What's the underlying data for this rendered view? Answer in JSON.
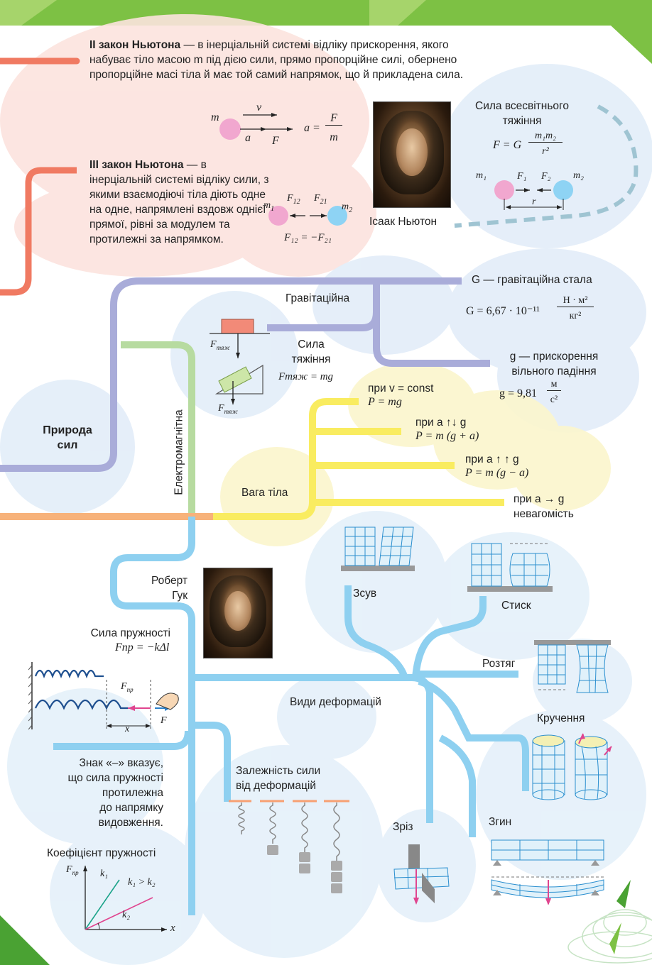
{
  "newton2": {
    "title": "II закон Ньютона",
    "text": " — в інерціальній системі відліку прискорення, якого набуває тіло масою m під дією сили, прямо пропорційне силі, обернено пропорційне масі тіла й має той самий напрямок, що й прикладена сила.",
    "m": "m",
    "v": "v",
    "a": "a",
    "F": "F",
    "formula_left": "a =",
    "formula_num": "F",
    "formula_den": "m"
  },
  "newton3": {
    "title": "III закон Ньютона",
    "text": " — в інерціальній системі відліку сили, з якими взаємодіючі тіла діють одне на одне, напрямлені вздовж однієї прямої, рівні за модулем та протилежні за напрямком.",
    "m1": "m",
    "m1_sub": "1",
    "m2": "m",
    "m2_sub": "2",
    "f12": "F",
    "f12_sub": "12",
    "f21": "F",
    "f21_sub": "21",
    "formula": "F₁₂ = −F₂₁"
  },
  "newton_portrait": {
    "caption": "Ісаак Ньютон"
  },
  "gravitation": {
    "title_line1": "Сила всесвітнього",
    "title_line2": "тяжіння",
    "formula_left": "F = G",
    "formula_num": "m₁m₂",
    "formula_den": "r²",
    "m1": "m₁",
    "m2": "m₂",
    "f1": "F₁",
    "f2": "F₂",
    "r": "r"
  },
  "gconst": {
    "label": "G — гравітаційна стала",
    "formula_left": "G = 6,67 · 10⁻¹¹",
    "formula_num": "Н · м²",
    "formula_den": "кг²"
  },
  "gaccel": {
    "line1": "g — прискорення",
    "line2": "вільного падіння",
    "formula_left": "g = 9,81",
    "formula_num": "м",
    "formula_den": "с²"
  },
  "branches": {
    "gravitational": "Гравітаційна",
    "gravity_force_line1": "Сила",
    "gravity_force_line2": "тяжіння",
    "gravity_formula": "Fтяж = mg",
    "ftyazh": "F",
    "ftyazh_sub": "тяж",
    "nature_line1": "Природа",
    "nature_line2": "сил",
    "electromagnetic": "Електромагнітна",
    "weight": "Вага тіла"
  },
  "weight_cases": [
    {
      "cond": "при v = const",
      "formula": "P = mg"
    },
    {
      "cond": "при a ↑↓ g",
      "formula": "P = m (g + a)"
    },
    {
      "cond": "при a ↑ ↑ g",
      "formula": "P = m (g − a)"
    },
    {
      "cond": "при a → g",
      "formula": "невагомість"
    }
  ],
  "hooke": {
    "name_line1": "Роберт",
    "name_line2": "Гук",
    "elastic_title": "Сила пружності",
    "elastic_formula": "Fпр = −kΔl",
    "fpr": "F",
    "fpr_sub": "пр",
    "x": "x",
    "F": "F",
    "note_lines": [
      "Знак «–» вказує,",
      "що сила пружності",
      "протилежна",
      "до напрямку",
      "видовження."
    ],
    "coef_title": "Коефіцієнт пружності",
    "k1": "k₁",
    "k2": "k₂",
    "k_rel": "k₁ > k₂",
    "axis_x": "x",
    "axis_y": "F",
    "axis_y_sub": "пр"
  },
  "deformation": {
    "title": "Види деформацій",
    "dependency_line1": "Залежність сили",
    "dependency_line2": "від деформацій",
    "shear": "Зсув",
    "compression": "Стиск",
    "tension": "Розтяг",
    "torsion": "Кручення",
    "cut": "Зріз",
    "bend": "Згин"
  },
  "colors": {
    "pink_bubble": "#fbe0dc",
    "blue_bubble": "#e3eef9",
    "yellow_bubble": "#fbf6cc",
    "red_line": "#f07a62",
    "purple_line": "#a9acd9",
    "green_line": "#b7dba0",
    "yellow_line": "#f9ec60",
    "blue_line": "#8ed0f0",
    "orange_line": "#f7b27a",
    "mass_pink": "#f1a7cf",
    "mass_blue": "#8ed3f4",
    "green_corner": "#8cc63f"
  }
}
